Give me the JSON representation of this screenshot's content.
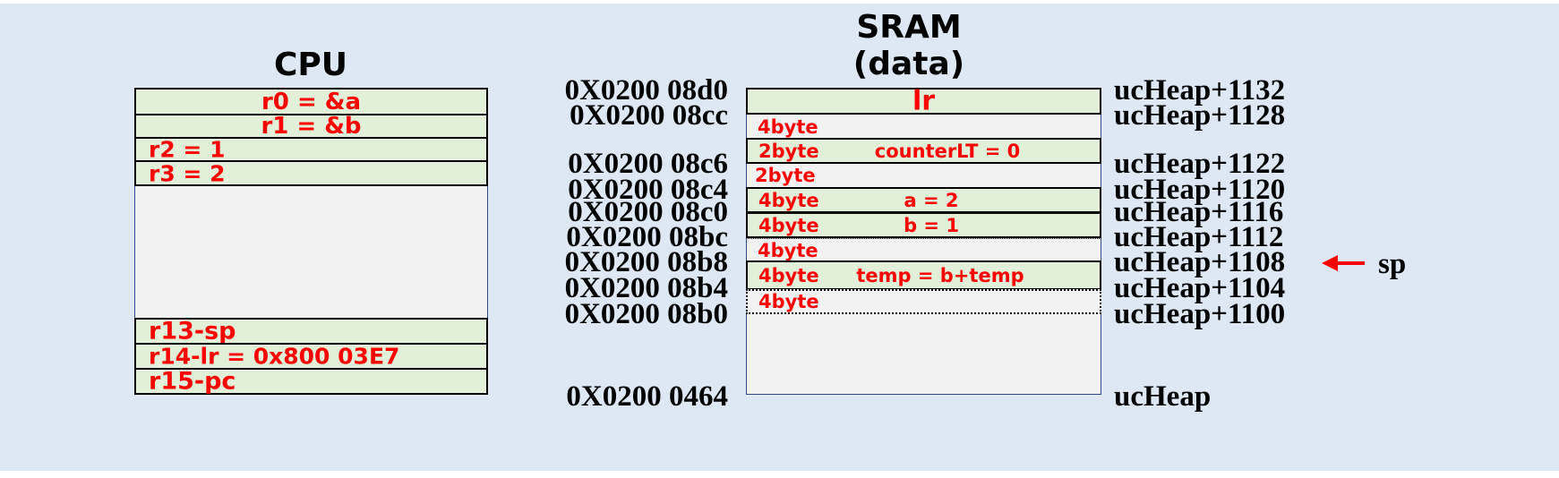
{
  "cpu": {
    "title": "CPU",
    "registers": [
      "r0 = &a",
      "r1 = &b",
      "r2 = 1",
      "r3 = 2"
    ],
    "special_registers": [
      "r13-sp",
      "r14-lr = 0x800 03E7",
      "r15-pc"
    ]
  },
  "sram": {
    "title_line1": "SRAM",
    "title_line2": "(data)",
    "addresses": [
      "0X0200 08d0",
      "0X0200 08cc",
      "0X0200 08c6",
      "0X0200 08c4",
      "0X0200 08c0",
      "0X0200 08bc",
      "0X0200 08b8",
      "0X0200 08b4",
      "0X0200 08b0",
      "0X0200 0464"
    ],
    "symbols": [
      "ucHeap+1132",
      "ucHeap+1128",
      "ucHeap+1122",
      "ucHeap+1120",
      "ucHeap+1116",
      "ucHeap+1112",
      "ucHeap+1108",
      "ucHeap+1104",
      "ucHeap+1100",
      "ucHeap"
    ],
    "cells": [
      {
        "size": "",
        "label": "lr"
      },
      {
        "size": "4byte",
        "label": ""
      },
      {
        "size": "2byte",
        "label": "counterLT = 0"
      },
      {
        "size": "2byte",
        "label": ""
      },
      {
        "size": "4byte",
        "label": "a = 2"
      },
      {
        "size": "4byte",
        "label": "b = 1"
      },
      {
        "size": "4byte",
        "label": ""
      },
      {
        "size": "4byte",
        "label": "temp = b+temp"
      },
      {
        "size": "4byte",
        "label": ""
      }
    ]
  },
  "pointer": {
    "label": "sp"
  },
  "colors": {
    "background": "#dde8f4",
    "cell_fill": "#e2efd9",
    "empty_fill": "#f2f2f2",
    "highlight_text": "#ff0000"
  }
}
